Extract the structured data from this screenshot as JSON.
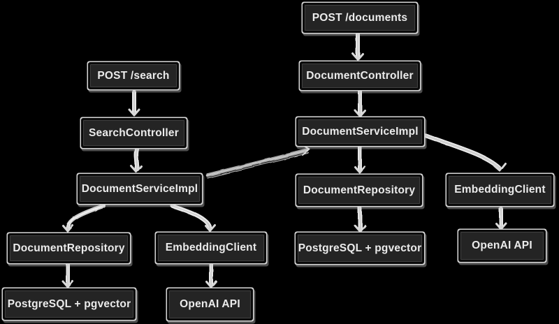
{
  "diagram": {
    "background_color": "#000000",
    "node_fill_color": "#242424",
    "node_border_color": "#0a0a0a",
    "node_outline_color": "#d7d7d7",
    "arrow_color": "#d9d9d9",
    "text_color": "#ebebeb",
    "nodes": {
      "post_search": {
        "label": "POST /search"
      },
      "search_controller": {
        "label": "SearchController"
      },
      "document_service_impl_left": {
        "label": "DocumentServiceImpl"
      },
      "document_repository_left": {
        "label": "DocumentRepository"
      },
      "embedding_client_left": {
        "label": "EmbeddingClient"
      },
      "postgresql_pgvector_left": {
        "label": "PostgreSQL + pgvector"
      },
      "openai_api_left": {
        "label": "OpenAI API"
      },
      "post_documents": {
        "label": "POST /documents"
      },
      "document_controller": {
        "label": "DocumentController"
      },
      "document_service_impl_right": {
        "label": "DocumentServiceImpl"
      },
      "document_repository_right": {
        "label": "DocumentRepository"
      },
      "postgresql_pgvector_right": {
        "label": "PostgreSQL + pgvector"
      },
      "embedding_client_right": {
        "label": "EmbeddingClient"
      },
      "openai_api_right": {
        "label": "OpenAI API"
      }
    },
    "edges": [
      {
        "from": "post_search",
        "to": "search_controller"
      },
      {
        "from": "search_controller",
        "to": "document_service_impl_left"
      },
      {
        "from": "post_documents",
        "to": "document_controller"
      },
      {
        "from": "document_controller",
        "to": "document_service_impl_right"
      },
      {
        "from": "document_service_impl_left",
        "to": "document_service_impl_right"
      },
      {
        "from": "document_service_impl_right",
        "to": "document_repository_right"
      },
      {
        "from": "document_service_impl_right",
        "to": "embedding_client_right"
      },
      {
        "from": "document_service_impl_left",
        "to": "document_repository_left"
      },
      {
        "from": "document_service_impl_left",
        "to": "embedding_client_left"
      },
      {
        "from": "document_repository_left",
        "to": "postgresql_pgvector_left"
      },
      {
        "from": "embedding_client_left",
        "to": "openai_api_left"
      },
      {
        "from": "document_repository_right",
        "to": "postgresql_pgvector_right"
      },
      {
        "from": "embedding_client_right",
        "to": "openai_api_right"
      }
    ]
  }
}
